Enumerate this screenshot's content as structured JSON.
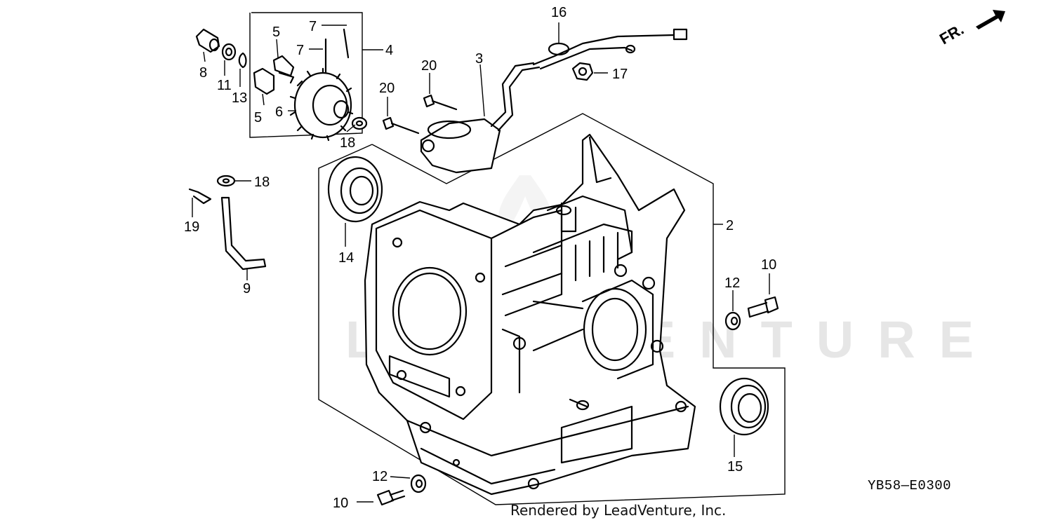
{
  "diagram": {
    "code": "YB58—E0300",
    "credit": "Rendered by LeadVenture, Inc.",
    "watermark": "LEADVENTURE",
    "direction_label": "FR."
  },
  "callouts": [
    {
      "id": "c2",
      "label": "2"
    },
    {
      "id": "c3",
      "label": "3"
    },
    {
      "id": "c4",
      "label": "4"
    },
    {
      "id": "c5a",
      "label": "5"
    },
    {
      "id": "c5b",
      "label": "5"
    },
    {
      "id": "c6",
      "label": "6"
    },
    {
      "id": "c7a",
      "label": "7"
    },
    {
      "id": "c7b",
      "label": "7"
    },
    {
      "id": "c8",
      "label": "8"
    },
    {
      "id": "c9",
      "label": "9"
    },
    {
      "id": "c10a",
      "label": "10"
    },
    {
      "id": "c10b",
      "label": "10"
    },
    {
      "id": "c11",
      "label": "11"
    },
    {
      "id": "c12a",
      "label": "12"
    },
    {
      "id": "c12b",
      "label": "12"
    },
    {
      "id": "c13",
      "label": "13"
    },
    {
      "id": "c14",
      "label": "14"
    },
    {
      "id": "c15",
      "label": "15"
    },
    {
      "id": "c16",
      "label": "16"
    },
    {
      "id": "c17",
      "label": "17"
    },
    {
      "id": "c18a",
      "label": "18"
    },
    {
      "id": "c18b",
      "label": "18"
    },
    {
      "id": "c19",
      "label": "19"
    },
    {
      "id": "c20a",
      "label": "20"
    },
    {
      "id": "c20b",
      "label": "20"
    }
  ]
}
